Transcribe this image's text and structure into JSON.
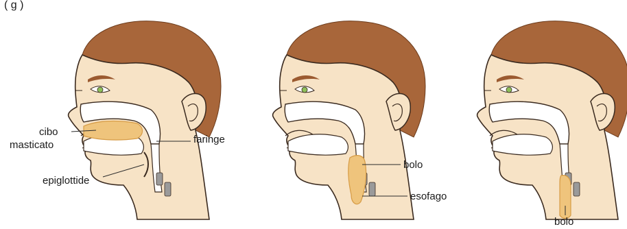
{
  "header": {
    "caption": "( g  )"
  },
  "labels": {
    "cibo": "cibo",
    "masticato": "masticato",
    "faringe": "faringe",
    "epiglottide": "epiglottide",
    "bolo_mid": "bolo",
    "esofago": "esofago",
    "bolo_right": "bolo"
  },
  "colors": {
    "skin": "#f7e3c6",
    "skin_outline": "#3a2a1f",
    "hair": "#a8663a",
    "hair_dark": "#8a4f2a",
    "eyebrow": "#9b5a30",
    "eye_iris": "#8fbf5a",
    "cavity": "#ffffff",
    "food": "#efc47c",
    "food_dark": "#d69b45",
    "throat": "#8a8a8a",
    "accent_red": "#d8232a"
  }
}
